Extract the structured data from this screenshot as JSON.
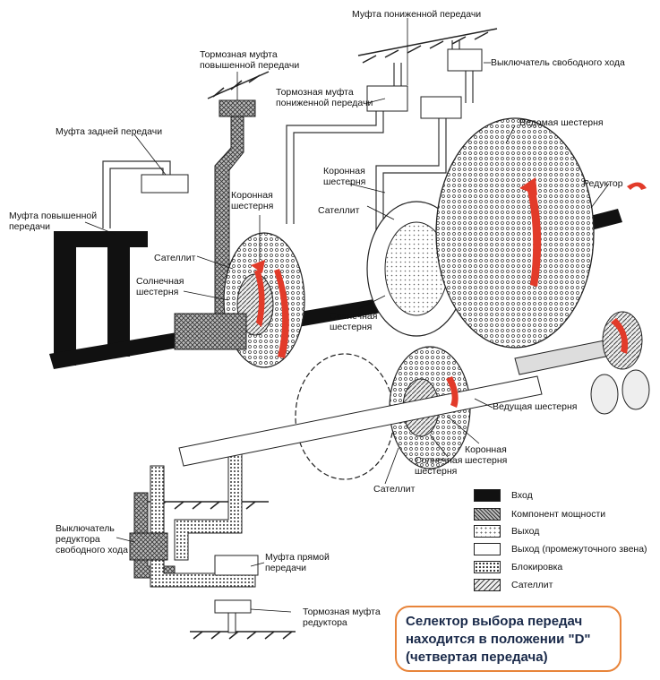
{
  "labels": {
    "mufta_ponizh": "Муфта пониженной передачи",
    "tormoz_povysh": "Тормозная муфта\nповышенной передачи",
    "vykl_svob": "Выключатель свободного хода",
    "tormoz_ponizh": "Тормозная муфта\nпониженной передачи",
    "mufta_zadnei": "Муфта задней передачи",
    "vedomaya": "Ведомая шестерня",
    "reduktor": "Редуктор",
    "koronnaya_1": "Коронная\nшестерня",
    "koronnaya_2": "Коронная\nшестерня",
    "mufta_povysh": "Муфта повышенной\nпередачи",
    "satellit_1": "Сателлит",
    "satellit_2": "Сателлит",
    "solnech_1": "Солнечная\nшестерня",
    "solnech_2": "Солнечная\nшестерня",
    "vedushaya": "Ведущая шестерня",
    "solnech_3": "Солнечная\nшестерня",
    "koronnaya_3": "Коронная\nшестерня",
    "satellit_3": "Сателлит",
    "vykl_reduktora": "Выключатель\nредуктора\nсвободного хода",
    "mufta_pryamoi": "Муфта прямой\nпередачи",
    "tormoz_reduktora": "Тормозная муфта\nредуктора"
  },
  "legend": [
    {
      "label": "Вход",
      "pattern": "solid"
    },
    {
      "label": "Компонент мощности",
      "pattern": "cross"
    },
    {
      "label": "Выход",
      "pattern": "dots-light"
    },
    {
      "label": "Выход (промежуточного звена)",
      "pattern": "white"
    },
    {
      "label": "Блокировка",
      "pattern": "dots-dense"
    },
    {
      "label": "Сателлит",
      "pattern": "diag"
    }
  ],
  "callout": "Селектор выбора передач\nнаходится в положении \"D\"\n(четвертая передача)",
  "colors": {
    "rotation_arrow": "#e23b2a",
    "callout_border": "#e8843a",
    "callout_text": "#1a2a4a",
    "input_shaft": "#111111"
  }
}
